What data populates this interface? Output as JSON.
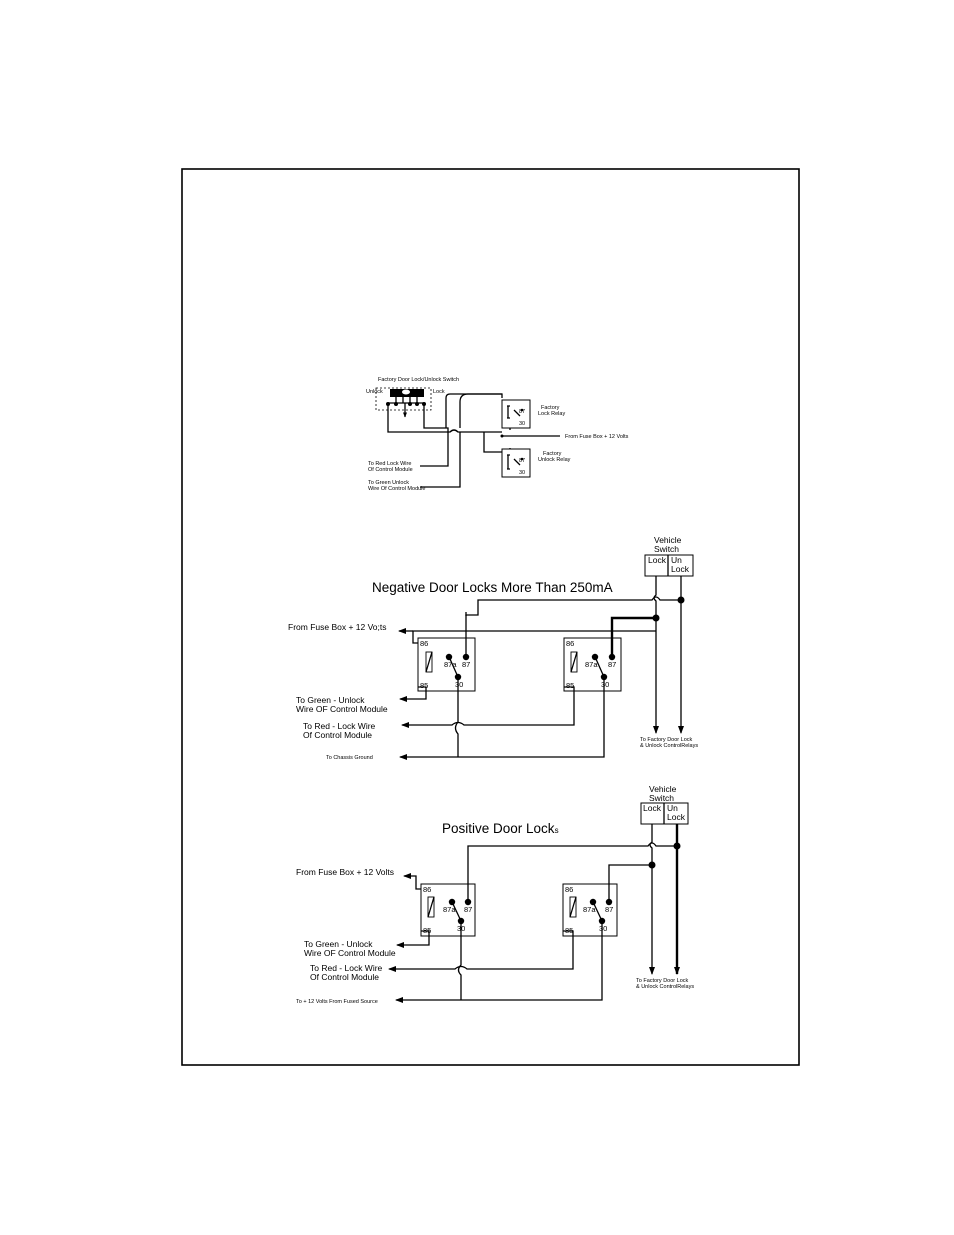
{
  "top_diagram": {
    "switch_title": "Factory Door Lock/Unlock Switch",
    "unlock": "Unlock",
    "lock": "Lock",
    "lock_relay": [
      "Factory",
      "Lock Relay"
    ],
    "unlock_relay": [
      "Factory",
      "Unlock Relay"
    ],
    "fuse": "From Fuse Box + 12 Volts",
    "red_wire": [
      "To Red Lock Wire",
      "Of Control Module"
    ],
    "green_wire": [
      "To Green Unlock",
      "Wire Of Control Module"
    ],
    "pins": {
      "p87": "87",
      "p30": "30"
    }
  },
  "negative": {
    "title": "Negative Door Locks More Than 250mA",
    "vehicle_switch": [
      "Vehicle",
      "Switch"
    ],
    "lock": "Lock",
    "unlock": [
      "Un",
      "Lock"
    ],
    "fuse": "From Fuse Box + 12 Vo;ts",
    "green": [
      "To Green - Unlock",
      "Wire OF Control Module"
    ],
    "red": [
      "To Red - Lock Wire",
      "Of Control Module"
    ],
    "ground": "To Chassis Ground",
    "factory": [
      "To Factory Door Lock",
      "& Unlock ControlRelays"
    ],
    "pins": {
      "p86": "86",
      "p85": "85",
      "p87a": "87a",
      "p87": "87",
      "p30": "30"
    }
  },
  "positive": {
    "title": "Positive  Door Lock",
    "title_suffix": "s",
    "vehicle_switch": [
      "Vehicle",
      "Switch"
    ],
    "lock": "Lock",
    "unlock": [
      "Un",
      "Lock"
    ],
    "fuse": "From Fuse Box + 12 Volts",
    "green": [
      "To Green - Unlock",
      "Wire OF Control Module"
    ],
    "red": [
      "To Red - Lock Wire",
      "Of Control Module"
    ],
    "source": "To + 12 Volts From Fused Source",
    "factory": [
      "To Factory Door Lock",
      "& Unlock ControlRelays"
    ],
    "pins": {
      "p86": "86",
      "p85": "85",
      "p87a": "87a",
      "p87": "87",
      "p30": "30"
    }
  }
}
